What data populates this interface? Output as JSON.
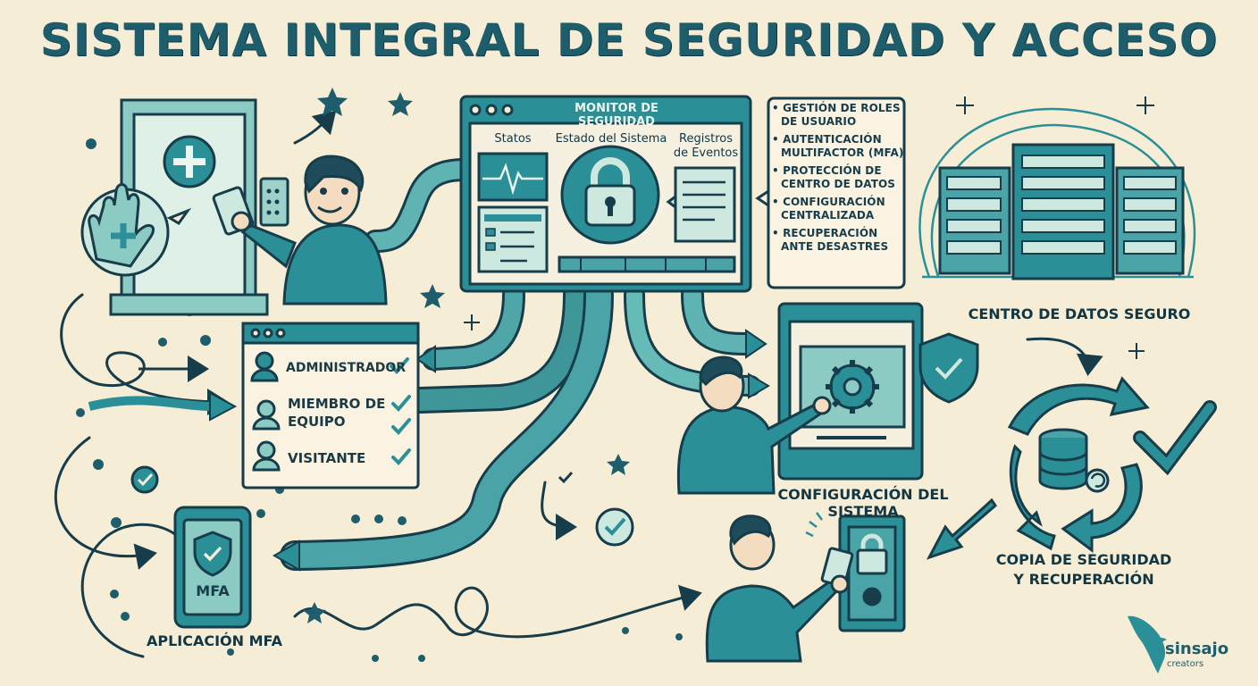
{
  "title": "SISTEMA INTEGRAL DE SEGURIDAD Y ACCESO",
  "monitor": {
    "header": "MONITOR DE SEGURIDAD",
    "col_stats": "Statos",
    "col_status": "Estado del Sistema",
    "col_logs": "Registros de Eventos"
  },
  "features": [
    "GESTIÓN DE ROLES DE USUARIO",
    "AUTENTICACIÓN MULTIFACTOR (MFA)",
    "PROTECCIÓN DE CENTRO DE DATOS",
    "CONFIGURACIÓN CENTRALIZADA",
    "RECUPERACIÓN ANTE DESASTRES"
  ],
  "roles": [
    "ADMINISTRADOR",
    "MIEMBRO DE EQUIPO",
    "VISITANTE"
  ],
  "labels": {
    "datacenter": "CENTRO DE DATOS SEGURO",
    "config": "CONFIGURACIÓN DEL SISTEMA",
    "backup": "COPIA DE SEGURIDAD Y RECUPERACIÓN",
    "mfa_app": "APLICACIÓN MFA",
    "mfa_screen": "MFA"
  },
  "brand": {
    "name": "sinsajo",
    "sub": "creators"
  },
  "colors": {
    "teal": "#2a8f97",
    "dark_teal": "#1e5d6b",
    "light_teal": "#7cc7c2",
    "ink": "#173c4a",
    "paper": "#f6edd6"
  }
}
